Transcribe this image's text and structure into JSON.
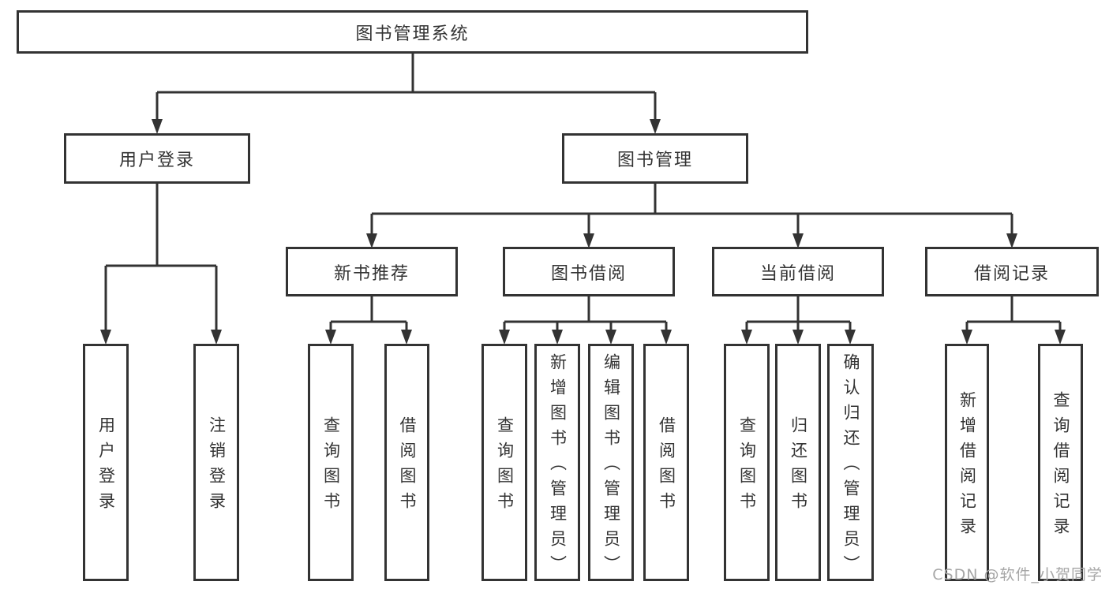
{
  "colors": {
    "line": "#333333",
    "text": "#333333",
    "watermark": "#a6a6a6",
    "background": "#ffffff"
  },
  "diagram": {
    "root": "图书管理系统",
    "level2": {
      "user_login": "用户登录",
      "book_management": "图书管理"
    },
    "level3": {
      "new_book_rec": "新书推荐",
      "book_borrow": "图书借阅",
      "current_borrow": "当前借阅",
      "borrow_records": "借阅记录"
    },
    "leaves": {
      "user_login": [
        "用户登录",
        "注销登录"
      ],
      "new_book_rec": [
        "查询图书",
        "借阅图书"
      ],
      "book_borrow": [
        "查询图书",
        "新增图书（管理员）",
        "编辑图书（管理员）",
        "借阅图书"
      ],
      "current_borrow": [
        "查询图书",
        "归还图书",
        "确认归还（管理员）"
      ],
      "borrow_records": [
        "新增借阅记录",
        "查询借阅记录"
      ]
    }
  },
  "watermark": "CSDN @软件_小贺同学"
}
